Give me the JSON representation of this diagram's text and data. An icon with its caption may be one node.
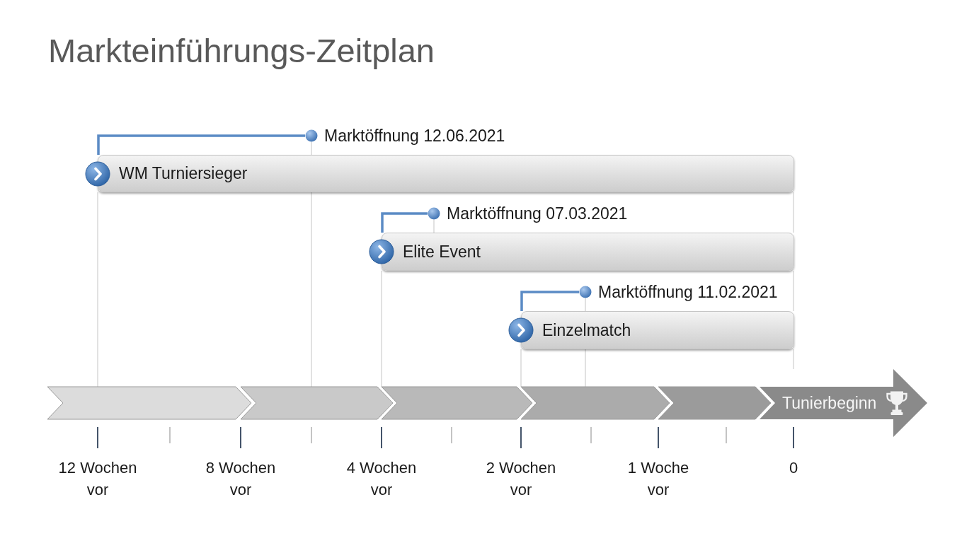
{
  "diagram": {
    "title": "Markteinführungs-Zeitplan",
    "nodes": [
      {
        "text": [],
        "shape": "circle",
        "beside": [
          "Marktöffnung 12.06.2021"
        ]
      },
      {
        "text": [
          "WM Turniersieger"
        ]
      },
      {
        "text": [],
        "shape": "circle",
        "beside": [
          "Marktöffnung 07.03.2021"
        ]
      },
      {
        "text": [
          "Elite Event"
        ]
      },
      {
        "text": [],
        "shape": "circle",
        "beside": [
          "Marktöffnung 11.02.2021"
        ]
      },
      {
        "text": [
          "Einzelmatch"
        ]
      },
      {
        "text": [],
        "shape": "chevron"
      },
      {
        "text": [],
        "shape": "chevron"
      },
      {
        "text": [],
        "shape": "chevron"
      },
      {
        "text": [],
        "shape": "chevron"
      },
      {
        "text": [],
        "shape": "chevron"
      },
      {
        "text": [
          "Tunierbeginn"
        ]
      }
    ],
    "edges": [
      {
        "from": 1,
        "to": 0,
        "arrow": "none",
        "style": "thick",
        "color": "#5b8bc5"
      },
      {
        "from": 3,
        "to": 2,
        "arrow": "none",
        "style": "thick",
        "color": "#5b8bc5"
      },
      {
        "from": 5,
        "to": 4,
        "arrow": "none",
        "style": "thick",
        "color": "#5b8bc5"
      },
      {
        "from": 0,
        "to": 1,
        "arrow": "none"
      },
      {
        "from": 1,
        "to": 6,
        "arrow": "none"
      },
      {
        "from": 1,
        "to": 7,
        "arrow": "none"
      },
      {
        "from": 1,
        "to": 3,
        "arrow": "none"
      },
      {
        "from": 2,
        "to": 3,
        "arrow": "none"
      },
      {
        "from": 3,
        "to": 8,
        "arrow": "none"
      },
      {
        "from": 3,
        "to": 5,
        "arrow": "none"
      },
      {
        "from": 4,
        "to": 5,
        "arrow": "none"
      },
      {
        "from": 5,
        "to": 9,
        "arrow": "none"
      },
      {
        "from": 5,
        "to": 9,
        "arrow": "none"
      },
      {
        "from": 5,
        "to": 11,
        "arrow": "none"
      }
    ],
    "labels": [
      "12 Wochen vor",
      "8 Wochen vor",
      "4 Wochen vor",
      "2 Wochen vor",
      "1 Woche vor",
      "0"
    ]
  }
}
